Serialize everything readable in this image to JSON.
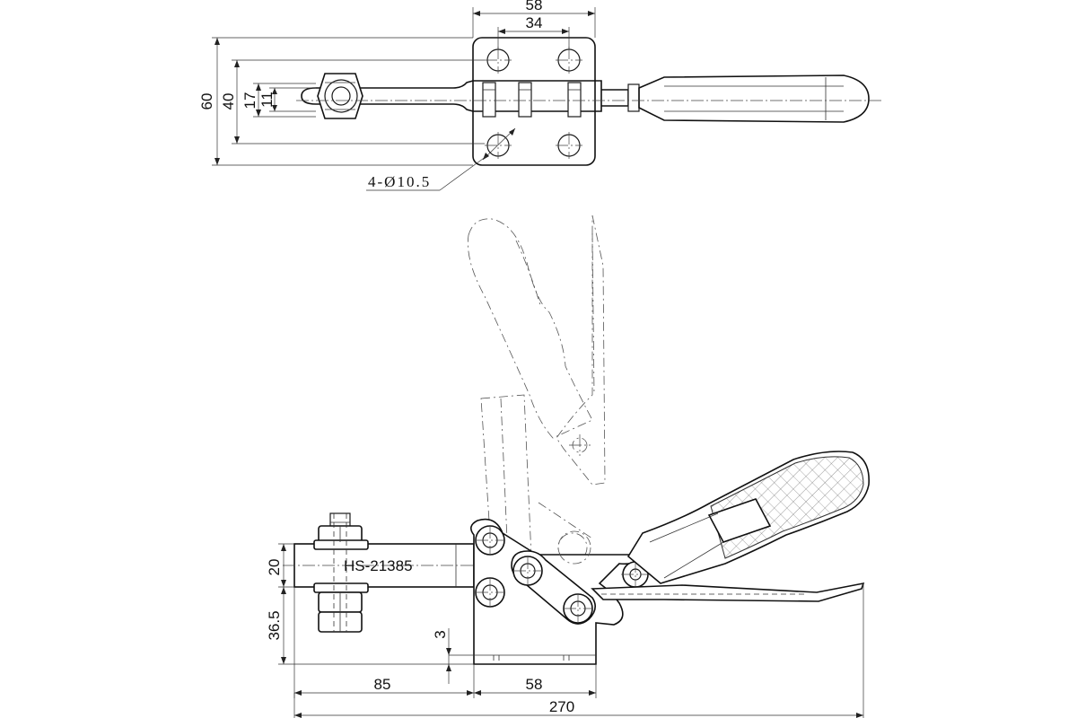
{
  "top_view": {
    "dims": {
      "width_plate": "58",
      "hole_spacing_x": "34",
      "height_plate": "60",
      "hole_spacing_y": "40",
      "spindle_width": "17",
      "spindle_slot": "11"
    },
    "hole_callout": "4-Ø10.5"
  },
  "side_view": {
    "part_label": "HS-21385",
    "dims": {
      "spindle_height": "20",
      "spindle_offset": "36.5",
      "base_thickness": "3",
      "reach": "85",
      "base_length": "58",
      "overall_length": "270"
    }
  }
}
